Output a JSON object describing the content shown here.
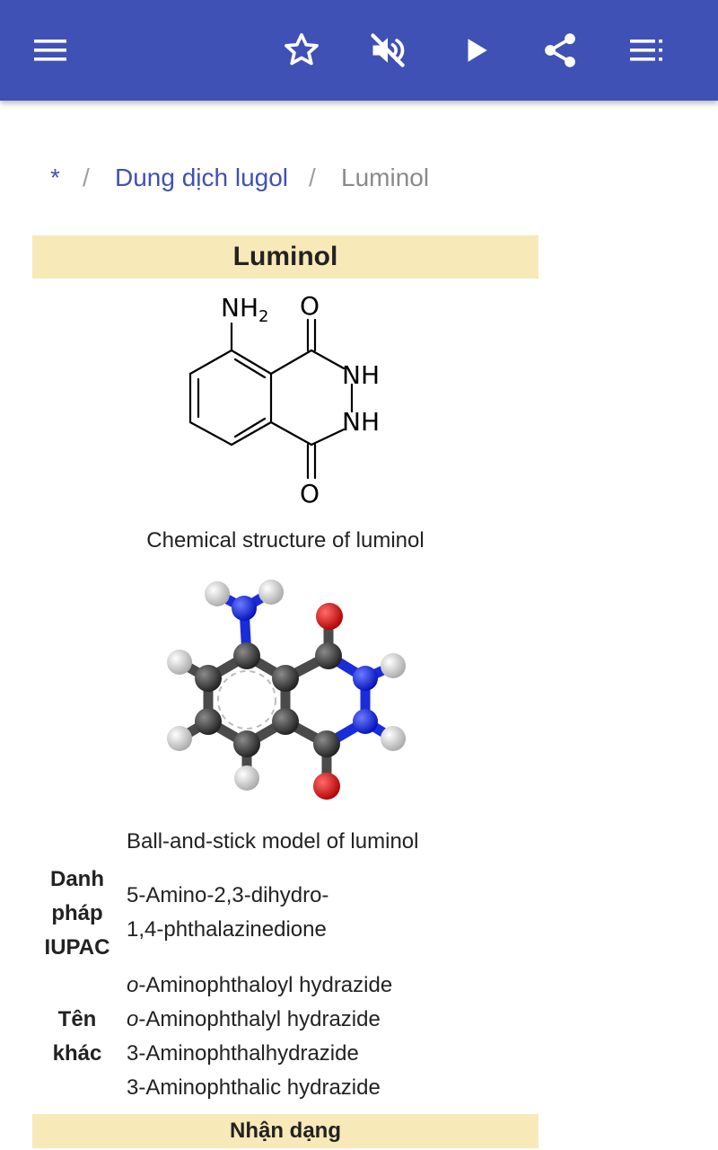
{
  "toolbar": {
    "menu_icon": "menu-icon",
    "favorite_icon": "star-outline-icon",
    "mute_icon": "volume-off-icon",
    "play_icon": "play-icon",
    "share_icon": "share-icon",
    "toc_icon": "list-icon",
    "color": "#3f51b5"
  },
  "breadcrumb": {
    "home": "*",
    "separator": "/",
    "parent": "Dung dịch lugol",
    "current": "Luminol"
  },
  "infobox": {
    "title": "Luminol",
    "header_color": "#f8e9b8",
    "structure_labels": {
      "amine": "NH",
      "amine_sub": "2",
      "oxygen": "O",
      "nh": "NH"
    },
    "structure_caption": "Chemical structure of luminol",
    "model_caption": "Ball-and-stick model of luminol",
    "rows": [
      {
        "label_lines": [
          "Danh",
          "pháp",
          "IUPAC"
        ],
        "value_lines": [
          "5-Amino-2,3-dihydro-",
          "1,4-phthalazinedione"
        ]
      },
      {
        "label_lines": [
          "Tên",
          "khác"
        ],
        "value_lines": [
          {
            "prefix": "o",
            "text": "-Aminophthaloyl hydrazide"
          },
          {
            "prefix": "o",
            "text": "-Aminophthalyl hydrazide"
          },
          {
            "prefix": "",
            "text": "3-Aminophthalhydrazide"
          },
          {
            "prefix": "",
            "text": "3-Aminophthalic hydrazide"
          }
        ]
      }
    ],
    "section_header": "Nhận dạng"
  }
}
